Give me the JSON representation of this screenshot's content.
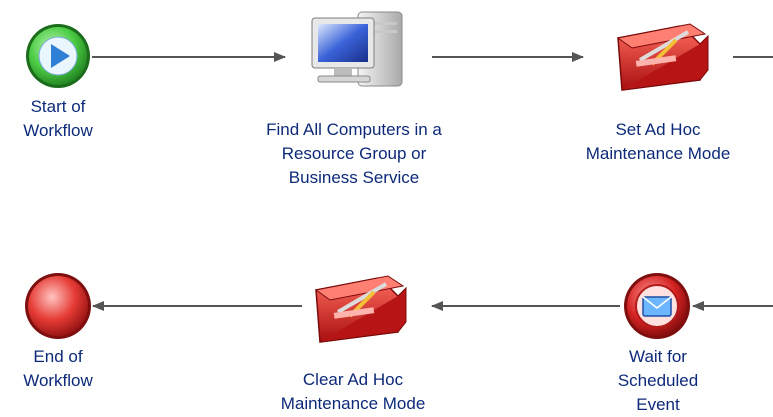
{
  "diagram": {
    "nodes": [
      {
        "id": "start",
        "label": "Start of\nWorkflow",
        "kind": "start-event"
      },
      {
        "id": "find",
        "label": "Find All Computers in a\nResource Group or\nBusiness Service",
        "kind": "computer-activity"
      },
      {
        "id": "set",
        "label": "Set Ad Hoc\nMaintenance Mode",
        "kind": "toolbox-activity"
      },
      {
        "id": "wait",
        "label": "Wait for\nScheduled\nEvent",
        "kind": "message-event"
      },
      {
        "id": "clear",
        "label": "Clear Ad Hoc\nMaintenance Mode",
        "kind": "toolbox-activity"
      },
      {
        "id": "end",
        "label": "End of\nWorkflow",
        "kind": "end-event"
      }
    ],
    "edges": [
      {
        "from": "start",
        "to": "find"
      },
      {
        "from": "find",
        "to": "set"
      },
      {
        "from": "set",
        "to": "wait"
      },
      {
        "from": "wait",
        "to": "clear"
      },
      {
        "from": "clear",
        "to": "end"
      }
    ],
    "colors": {
      "label_text": "#0d2a7a",
      "connector": "#555555",
      "start_fill": "#3fbf3f",
      "play_icon": "#2e7fd6",
      "end_fill": "#e23a36",
      "toolbox_red": "#cc1f1f",
      "event_ring": "#c81818"
    }
  }
}
